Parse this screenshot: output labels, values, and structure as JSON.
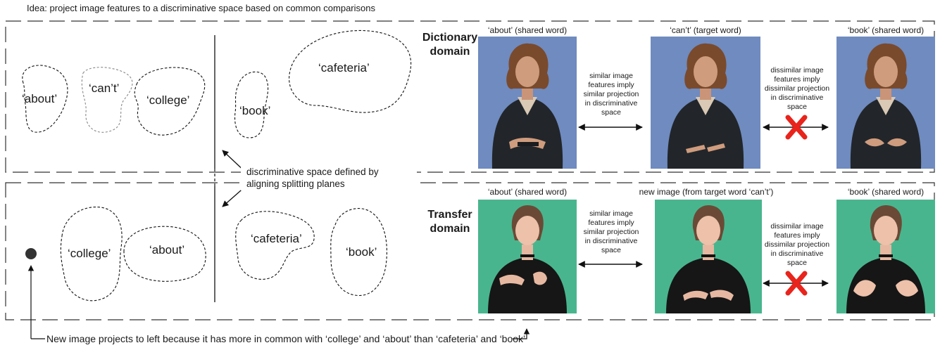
{
  "idea_title": "Idea: project image features to a discriminative space based on common comparisons",
  "planes_note": [
    "discriminative space defined by",
    "aligning splitting  planes"
  ],
  "bottom_caption": "New image projects to left because it has more in common with ‘college’ and ‘about’ than ‘cafeteria’ and ‘book’",
  "dictionary": {
    "title_line1": "Dictionary",
    "title_line2": "domain",
    "clusters": [
      "‘about’",
      "‘can’t’",
      "‘college’",
      "‘book’",
      "‘cafeteria’"
    ],
    "images": [
      {
        "caption": "‘about’ (shared word)",
        "desc": "avatar-about"
      },
      {
        "caption": "‘can’t’ (target word)",
        "desc": "avatar-cant"
      },
      {
        "caption": "‘book’ (shared word)",
        "desc": "avatar-book"
      }
    ],
    "similar_note": [
      "similar image",
      "features imply",
      "similar projection",
      "in discriminative",
      "space"
    ],
    "dissimilar_note": [
      "dissimilar image",
      "features imply",
      "dissimilar projection",
      "in discriminative",
      "space"
    ]
  },
  "transfer": {
    "title_line1": "Transfer",
    "title_line2": "domain",
    "clusters": [
      "‘college’",
      "‘about’",
      "‘cafeteria’",
      "‘book’"
    ],
    "images": [
      {
        "caption": "‘about’ (shared word)",
        "desc": "signer-about"
      },
      {
        "caption": "new image (from  target word ‘can’t’)",
        "desc": "signer-cant"
      },
      {
        "caption": "‘book’ (shared word)",
        "desc": "signer-book"
      }
    ],
    "similar_note": [
      "similar image",
      "features imply",
      "similar projection",
      "in discriminative",
      "space"
    ],
    "dissimilar_note": [
      "dissimilar image",
      "features imply",
      "dissimilar projection",
      "in discriminative",
      "space"
    ]
  },
  "colors": {
    "avatar_bg": "#6f8bbf",
    "green_bg": "#49b58e",
    "cross": "#e8241c",
    "dash": "#333333"
  }
}
